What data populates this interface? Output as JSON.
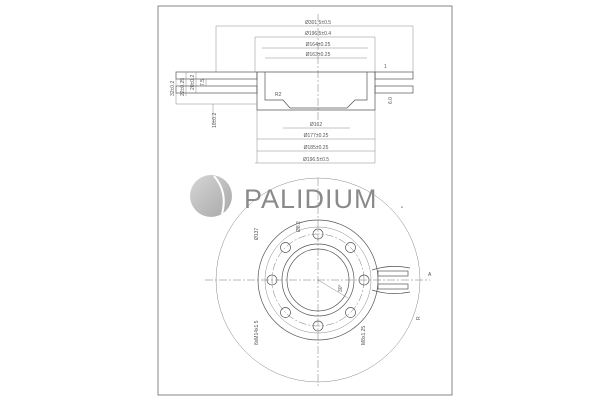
{
  "brand": {
    "name": "PALIDIUM",
    "registered_mark": "."
  },
  "side_view": {
    "top_dimensions": [
      "Ø301.5±0.5",
      "Ø196.5±0.4",
      "Ø164±0.25",
      "Ø163±0.25"
    ],
    "bottom_dimensions": [
      "Ø162",
      "Ø177±0.25",
      "Ø185±0.25",
      "Ø196.5±0.5"
    ],
    "left_dimensions": [
      "32±0.2",
      "22±0.25",
      "20±0.2",
      "7.5"
    ],
    "other_labels": [
      "10±0.2",
      "1",
      "R2",
      "6.0"
    ]
  },
  "front_view": {
    "labels": [
      "Ø137",
      "8xM14x1.5",
      "M8x1.25",
      "30°",
      "Ø8.2",
      "A",
      "R"
    ]
  }
}
